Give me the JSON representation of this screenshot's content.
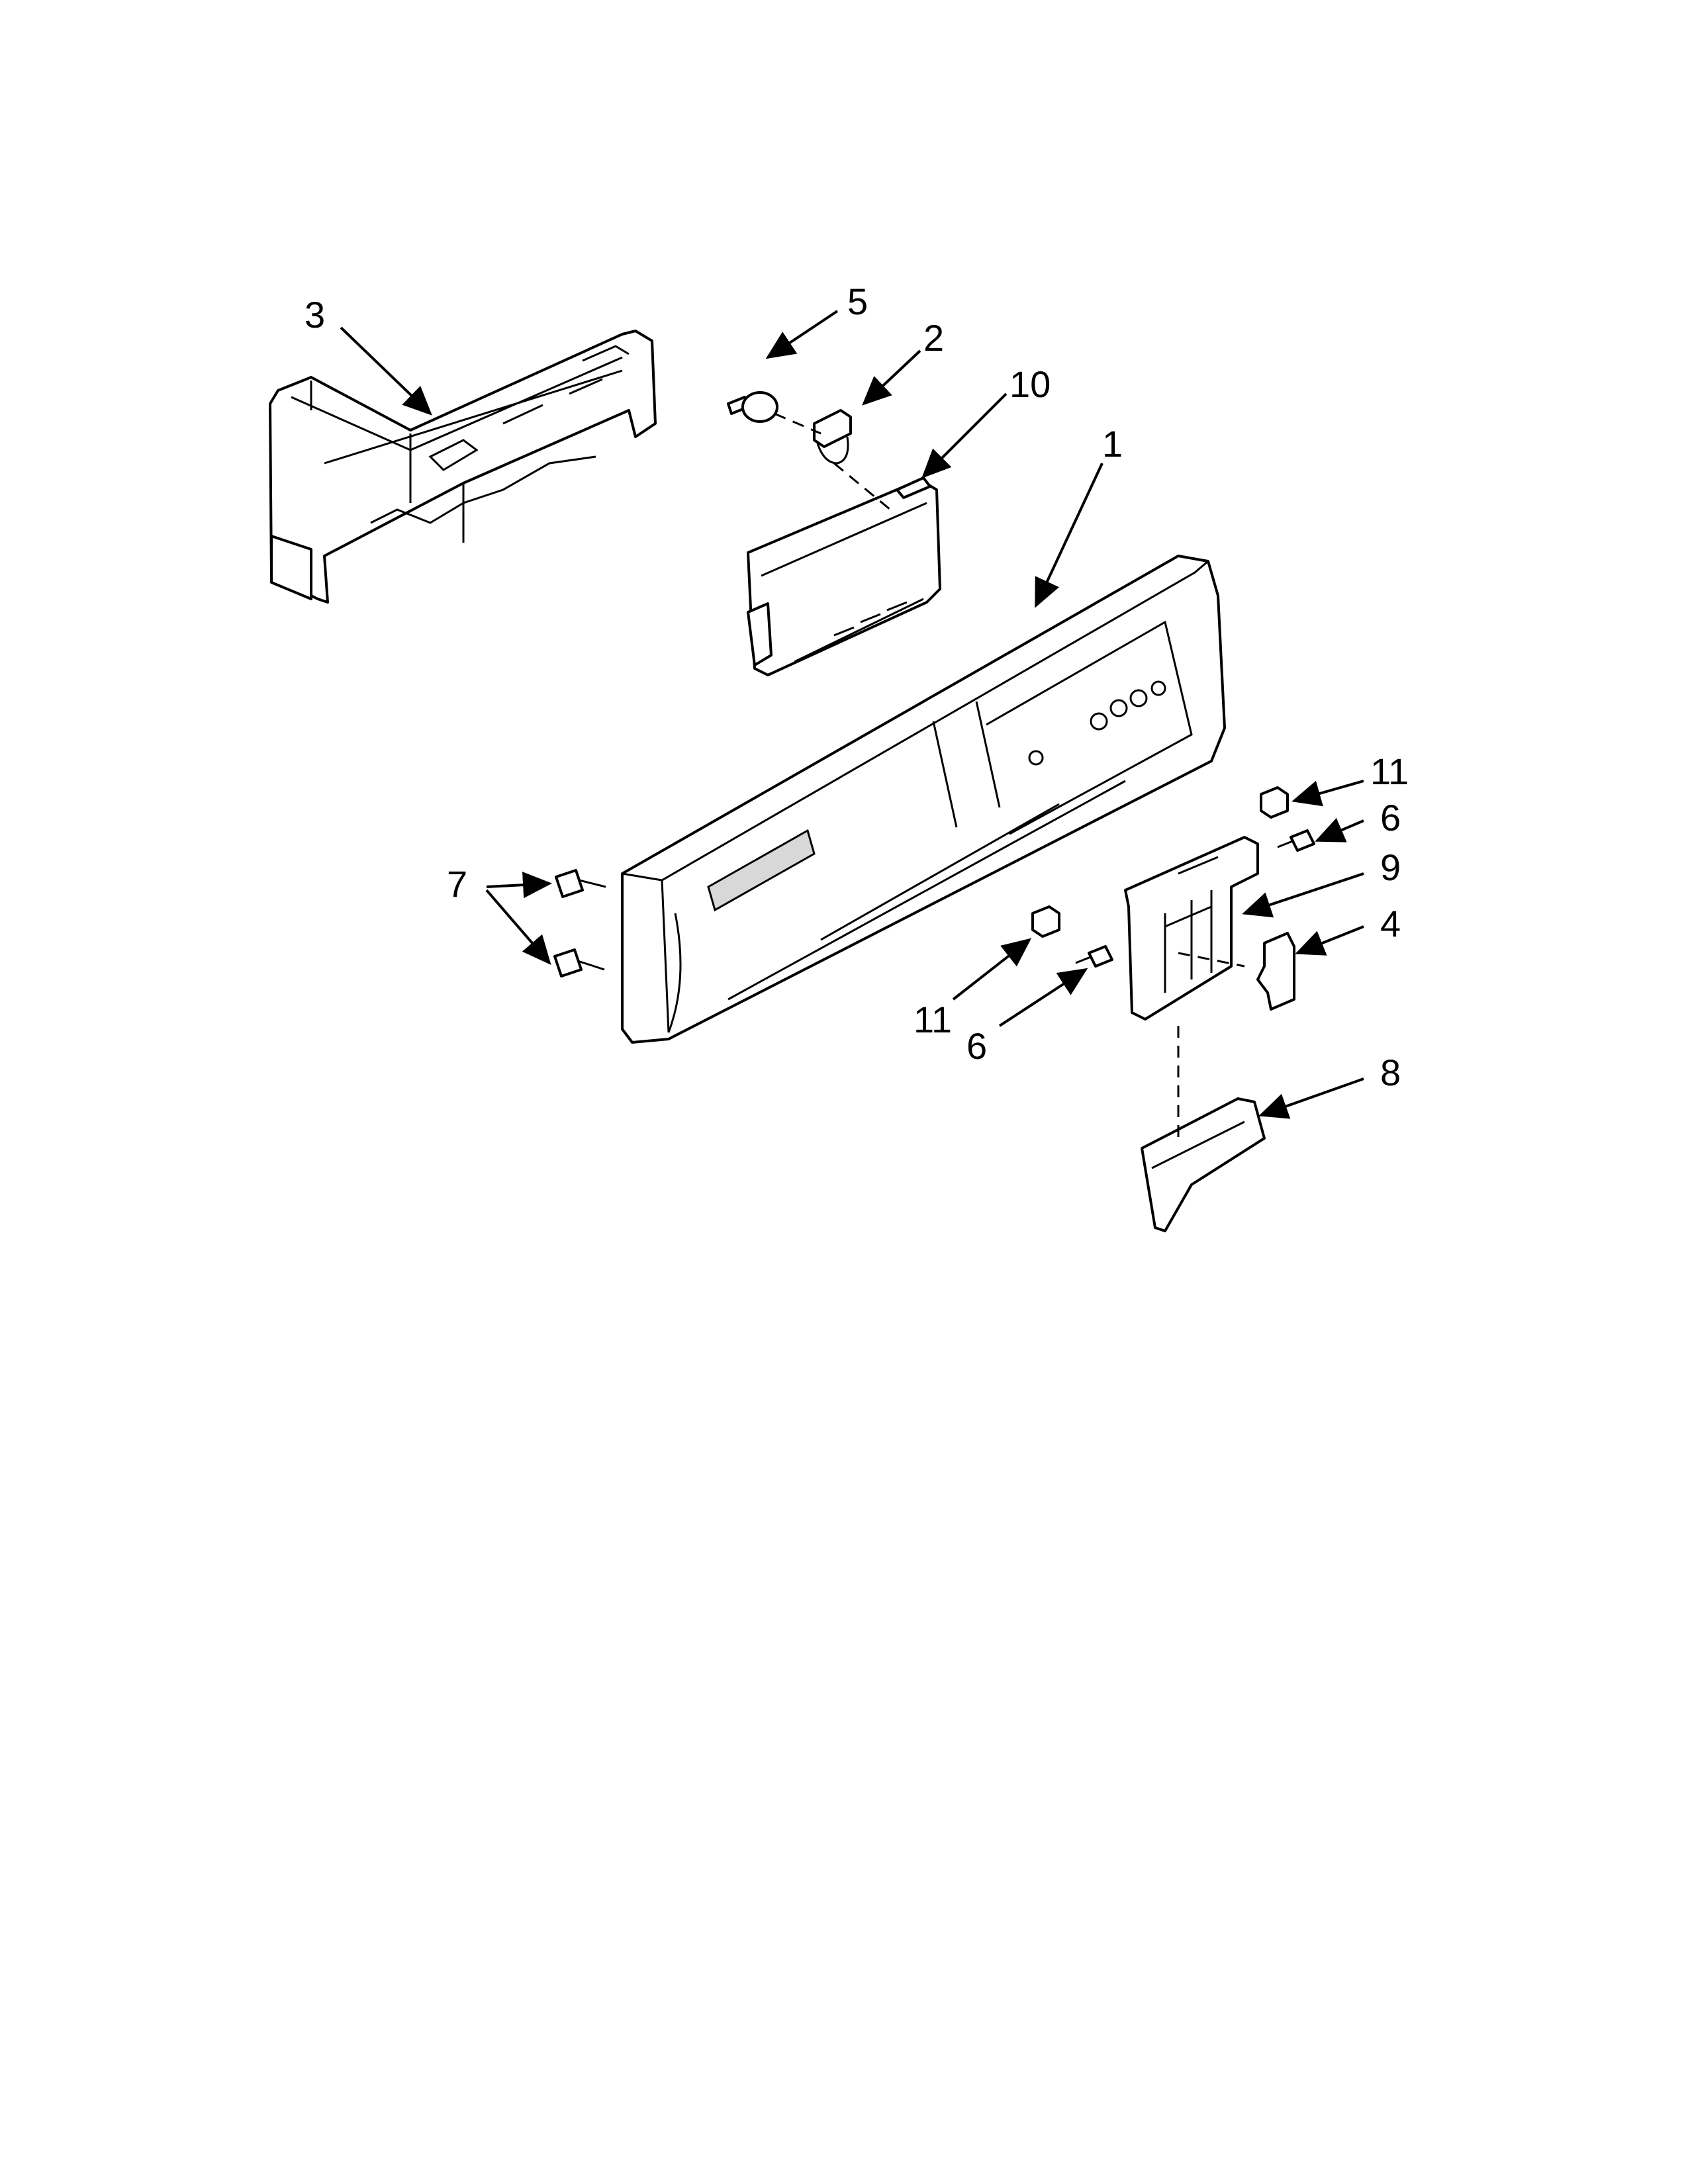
{
  "callouts": {
    "c1": "1",
    "c2": "2",
    "c3": "3",
    "c4": "4",
    "c5": "5",
    "c6a": "6",
    "c6b": "6",
    "c7": "7",
    "c8": "8",
    "c9": "9",
    "c10": "10",
    "c11a": "11",
    "c11b": "11"
  }
}
